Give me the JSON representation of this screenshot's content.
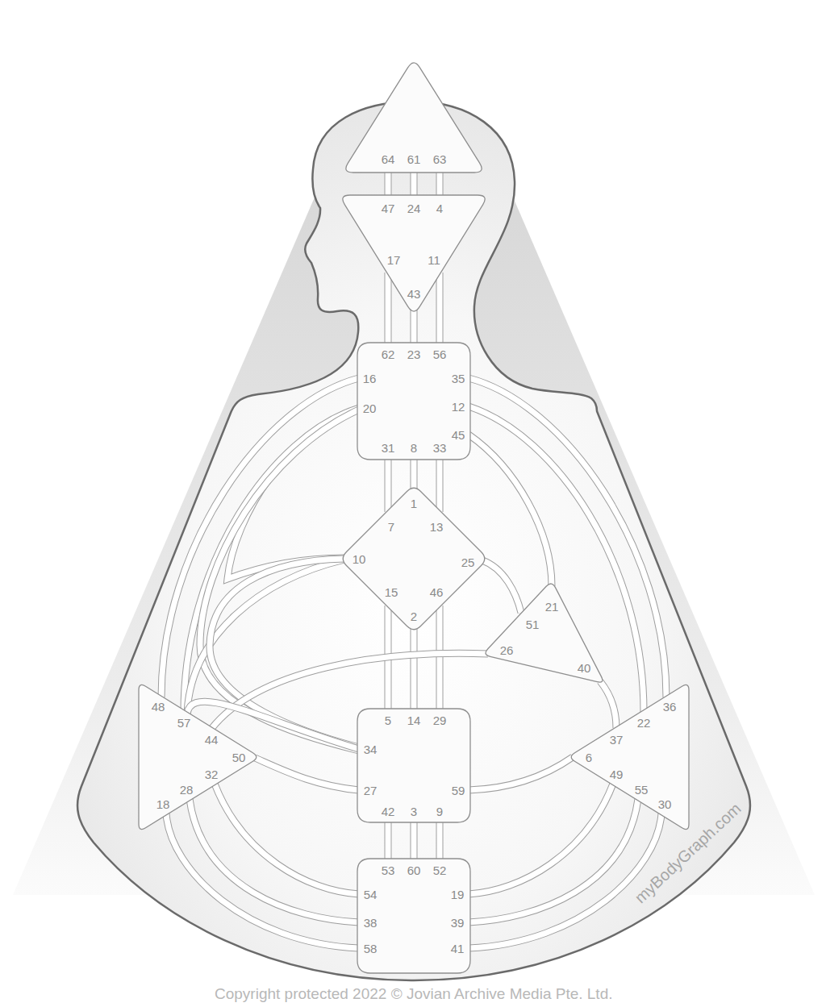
{
  "diagram": {
    "nodes": [
      {
        "text": [
          "64",
          "61",
          "63"
        ]
      },
      {
        "text": [
          "47",
          "24",
          "4",
          "17",
          "11",
          "43"
        ]
      },
      {
        "text": [
          "62",
          "23",
          "56",
          "16",
          "35",
          "12",
          "20",
          "45",
          "31",
          "8",
          "33"
        ]
      },
      {
        "text": [
          "1",
          "7",
          "13",
          "10",
          "25",
          "15",
          "46",
          "2"
        ]
      },
      {
        "text": [
          "21",
          "51",
          "26",
          "40"
        ]
      },
      {
        "text": [
          "48",
          "57",
          "44",
          "50",
          "32",
          "28",
          "18"
        ]
      },
      {
        "text": [
          "5",
          "14",
          "29",
          "34",
          "27",
          "59",
          "42",
          "3",
          "9"
        ]
      },
      {
        "text": [
          "36",
          "22",
          "37",
          "6",
          "49",
          "55",
          "30"
        ]
      },
      {
        "text": [
          "53",
          "60",
          "52",
          "54",
          "19",
          "38",
          "39",
          "58",
          "41"
        ]
      }
    ],
    "edges": [
      {
        "from": 0,
        "to": 1,
        "arrow": "none"
      },
      {
        "from": 0,
        "to": 1,
        "arrow": "none"
      },
      {
        "from": 0,
        "to": 1,
        "arrow": "none"
      },
      {
        "from": 1,
        "to": 2,
        "arrow": "none"
      },
      {
        "from": 1,
        "to": 2,
        "arrow": "none"
      },
      {
        "from": 1,
        "to": 2,
        "arrow": "none"
      },
      {
        "from": 2,
        "to": 3,
        "arrow": "none"
      },
      {
        "from": 2,
        "to": 3,
        "arrow": "none"
      },
      {
        "from": 2,
        "to": 3,
        "arrow": "none"
      },
      {
        "from": 2,
        "to": 3,
        "arrow": "none"
      },
      {
        "from": 2,
        "to": 4,
        "arrow": "none"
      },
      {
        "from": 2,
        "to": 5,
        "arrow": "none"
      },
      {
        "from": 2,
        "to": 5,
        "arrow": "none"
      },
      {
        "from": 2,
        "to": 6,
        "arrow": "none"
      },
      {
        "from": 2,
        "to": 7,
        "arrow": "none"
      },
      {
        "from": 2,
        "to": 7,
        "arrow": "none"
      },
      {
        "from": 3,
        "to": 4,
        "arrow": "none"
      },
      {
        "from": 3,
        "to": 5,
        "arrow": "none"
      },
      {
        "from": 3,
        "to": 6,
        "arrow": "none"
      },
      {
        "from": 3,
        "to": 6,
        "arrow": "none"
      },
      {
        "from": 3,
        "to": 6,
        "arrow": "none"
      },
      {
        "from": 3,
        "to": 6,
        "arrow": "none"
      },
      {
        "from": 4,
        "to": 5,
        "arrow": "none"
      },
      {
        "from": 4,
        "to": 7,
        "arrow": "none"
      },
      {
        "from": 5,
        "to": 6,
        "arrow": "none"
      },
      {
        "from": 5,
        "to": 6,
        "arrow": "none"
      },
      {
        "from": 5,
        "to": 8,
        "arrow": "none"
      },
      {
        "from": 5,
        "to": 8,
        "arrow": "none"
      },
      {
        "from": 5,
        "to": 8,
        "arrow": "none"
      },
      {
        "from": 6,
        "to": 7,
        "arrow": "none"
      },
      {
        "from": 6,
        "to": 8,
        "arrow": "none"
      },
      {
        "from": 6,
        "to": 8,
        "arrow": "none"
      },
      {
        "from": 6,
        "to": 8,
        "arrow": "none"
      },
      {
        "from": 7,
        "to": 8,
        "arrow": "none"
      },
      {
        "from": 7,
        "to": 8,
        "arrow": "none"
      },
      {
        "from": 7,
        "to": 8,
        "arrow": "none"
      }
    ],
    "labels": [
      "myBodyGraph.com",
      "Copyright protected 2022 © Jovian Archive Media Pte. Ltd."
    ]
  }
}
